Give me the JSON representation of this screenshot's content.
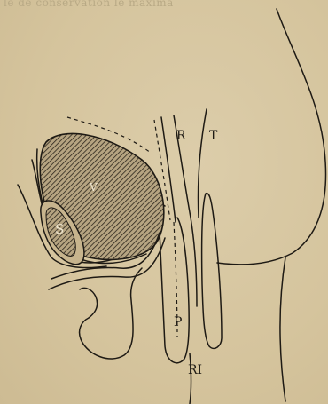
{
  "figure": {
    "bleed_text": "lé de conservation le maxima",
    "labels": {
      "r": "R",
      "t": "T",
      "v": "V",
      "s": "S",
      "p": "P",
      "ri": "RI"
    },
    "colors": {
      "paper": "#d9c9a3",
      "ink": "#1e1a14",
      "hatch_fill": "#8c7c66"
    }
  }
}
